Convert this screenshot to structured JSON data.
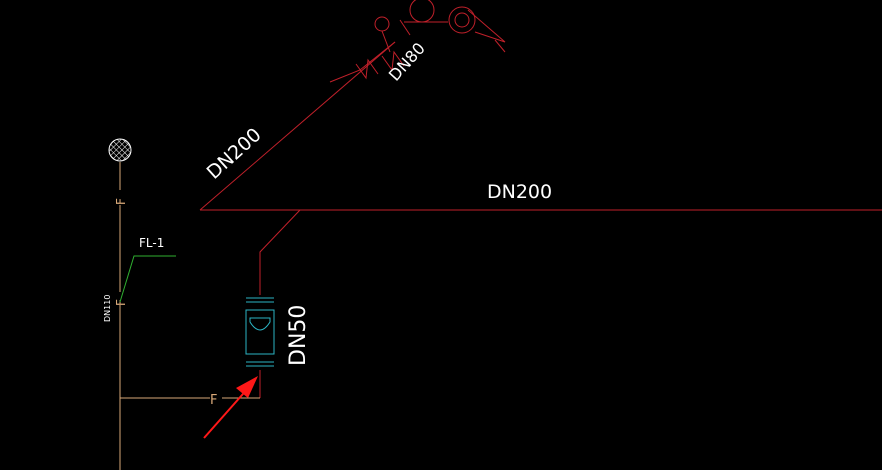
{
  "colors": {
    "background": "#000000",
    "pipe_main": "#c0202a",
    "pipe_drain": "#d8a878",
    "fixture": "#ffffff",
    "flow_meter": "#2bb5c5",
    "leader": "#2fb030",
    "annotation_arrow": "#ff1818"
  },
  "labels": {
    "dn200_diagonal": "DN200",
    "dn200_horizontal": "DN200",
    "dn80": "DN80",
    "dn50": "DN50",
    "fl1": "FL-1",
    "dn110": "DN110",
    "f_upper": "F",
    "f_middle": "F",
    "f_branch": "F"
  },
  "icons": {
    "roof_drain": "crosshatch-circle-icon",
    "pump": "circle-valve-icon",
    "arrow": "red-pointer-arrow-icon"
  }
}
